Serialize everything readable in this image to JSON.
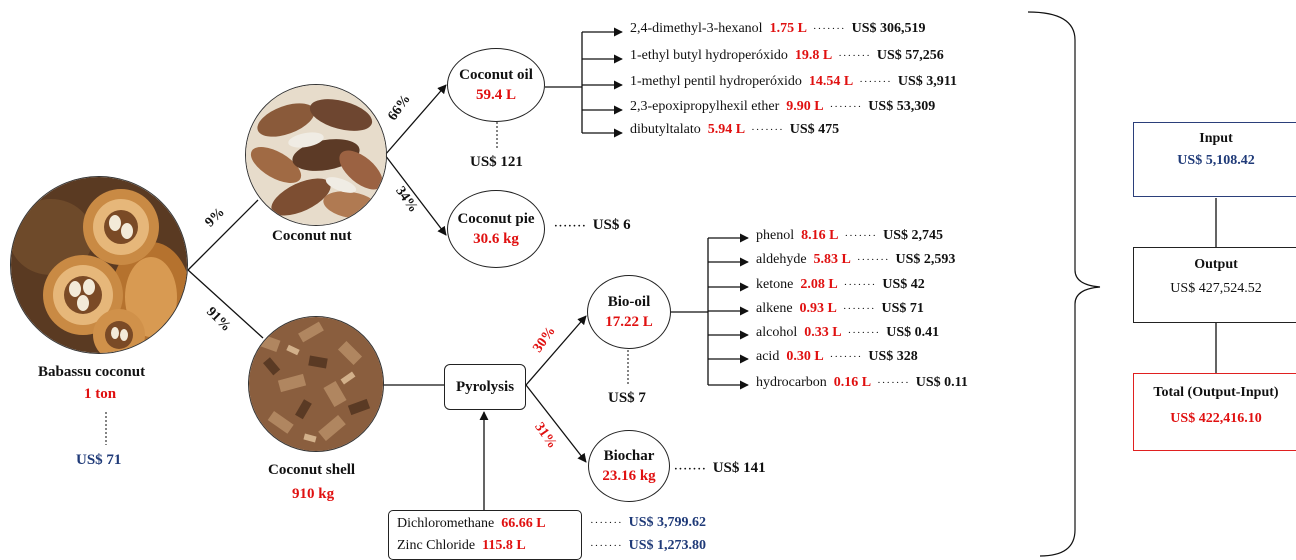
{
  "babassu": {
    "label": "Babassu coconut",
    "amount": "1 ton",
    "price": "US$ 71"
  },
  "nut": {
    "label": "Coconut nut",
    "pct_from_babassu": "9%"
  },
  "shell": {
    "label": "Coconut shell",
    "amount": "910 kg",
    "pct_from_babassu": "91%"
  },
  "oil": {
    "label": "Coconut oil",
    "amount": "59.4 L",
    "price": "US$ 121",
    "pct_from_nut": "66%"
  },
  "pie": {
    "label": "Coconut pie",
    "amount": "30.6 kg",
    "price": "US$ 6",
    "pct_from_nut": "34%"
  },
  "oil_products": [
    {
      "name": "2,4-dimethyl-3-hexanol",
      "amount": "1.75 L",
      "price": "US$ 306,519"
    },
    {
      "name": "1-ethyl butyl hydroperóxido",
      "amount": "19.8 L",
      "price": "US$ 57,256"
    },
    {
      "name": "1-methyl pentil hydroperóxido",
      "amount": "14.54 L",
      "price": "US$ 3,911"
    },
    {
      "name": "2,3-epoxipropylhexil ether",
      "amount": "9.90 L",
      "price": "US$ 53,309"
    },
    {
      "name": "dibutyltalato",
      "amount": "5.94 L",
      "price": "US$ 475"
    }
  ],
  "pyrolysis": {
    "label": "Pyrolysis"
  },
  "biooil": {
    "label": "Bio-oil",
    "amount": "17.22 L",
    "price": "US$ 7",
    "pct": "30%"
  },
  "biochar": {
    "label": "Biochar",
    "amount": "23.16 kg",
    "price": "US$ 141",
    "pct": "31%"
  },
  "biooil_products": [
    {
      "name": "phenol",
      "amount": "8.16 L",
      "price": "US$ 2,745"
    },
    {
      "name": "aldehyde",
      "amount": "5.83 L",
      "price": "US$ 2,593"
    },
    {
      "name": "ketone",
      "amount": "2.08 L",
      "price": "US$ 42"
    },
    {
      "name": "alkene",
      "amount": "0.93 L",
      "price": "US$ 71"
    },
    {
      "name": "alcohol",
      "amount": "0.33 L",
      "price": "US$ 0.41"
    },
    {
      "name": "acid",
      "amount": "0.30 L",
      "price": "US$ 328"
    },
    {
      "name": "hydrocarbon",
      "amount": "0.16 L",
      "price": "US$ 0.11"
    }
  ],
  "chemicals": [
    {
      "name": "Dichloromethane",
      "amount": "66.66 L",
      "price": "US$ 3,799.62"
    },
    {
      "name": "Zinc Chloride",
      "amount": "115.8 L",
      "price": "US$ 1,273.80"
    }
  ],
  "summary": {
    "input_label": "Input",
    "input_value": "US$ 5,108.42",
    "output_label": "Output",
    "output_value": "US$ 427,524.52",
    "total_label": "Total (Output-Input)",
    "total_value": "US$ 422,416.10"
  },
  "colors": {
    "highlight": "#e01010",
    "price_blue": "#1f3a78",
    "total_border": "#e02020",
    "input_border": "#2b3f7a"
  }
}
